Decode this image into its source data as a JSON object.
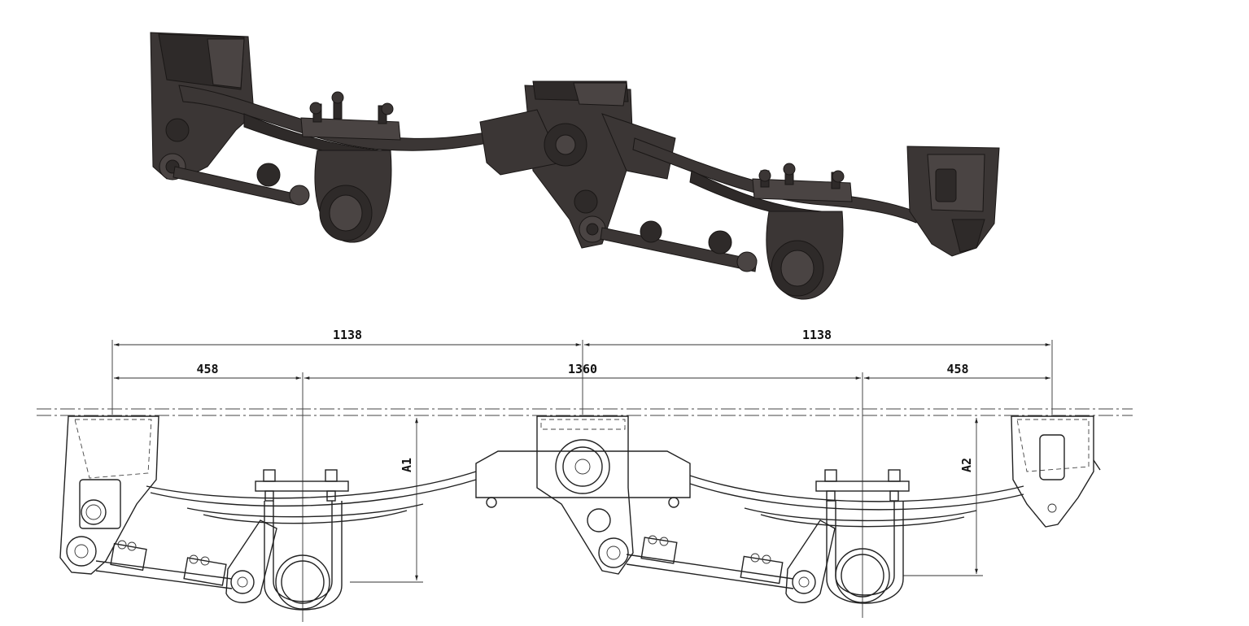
{
  "dimensions": {
    "left_span": "1138",
    "right_span": "1138",
    "left_offset": "458",
    "middle_span": "1360",
    "right_offset": "458",
    "height_left": "A1",
    "height_right": "A2"
  }
}
